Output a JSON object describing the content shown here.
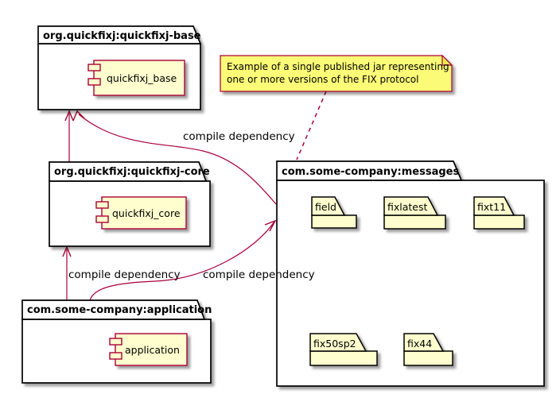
{
  "colors": {
    "accent": "#A80036",
    "shape_fill": "#FEFECE",
    "note_fill": "#FBFB77",
    "package_fill": "#FFFFFF",
    "border": "#000000",
    "background": "#FFFFFF"
  },
  "packages": [
    {
      "title": "org.quickfixj:quickfixj-base",
      "components": [
        "quickfixj_base"
      ]
    },
    {
      "title": "org.quickfixj:quickfixj-core",
      "components": [
        "quickfixj_core"
      ]
    },
    {
      "title": "com.some-company:application",
      "components": [
        "application"
      ]
    },
    {
      "title": "com.some-company:messages",
      "folders": [
        "field",
        "fixlatest",
        "fixt11",
        "fix50sp2",
        "fix44"
      ]
    }
  ],
  "note": {
    "line1": "Example of a single published jar representing",
    "line2": "one or more versions of the FIX protocol"
  },
  "edges": [
    {
      "from": "org.quickfixj:quickfixj-core",
      "to": "org.quickfixj:quickfixj-base",
      "label": ""
    },
    {
      "from": "com.some-company:messages",
      "to": "org.quickfixj:quickfixj-base",
      "label": "compile dependency"
    },
    {
      "from": "com.some-company:application",
      "to": "org.quickfixj:quickfixj-core",
      "label": "compile dependency"
    },
    {
      "from": "com.some-company:application",
      "to": "com.some-company:messages",
      "label": "compile dependency"
    },
    {
      "from": "note",
      "to": "com.some-company:messages",
      "label": "",
      "style": "dashed"
    }
  ]
}
